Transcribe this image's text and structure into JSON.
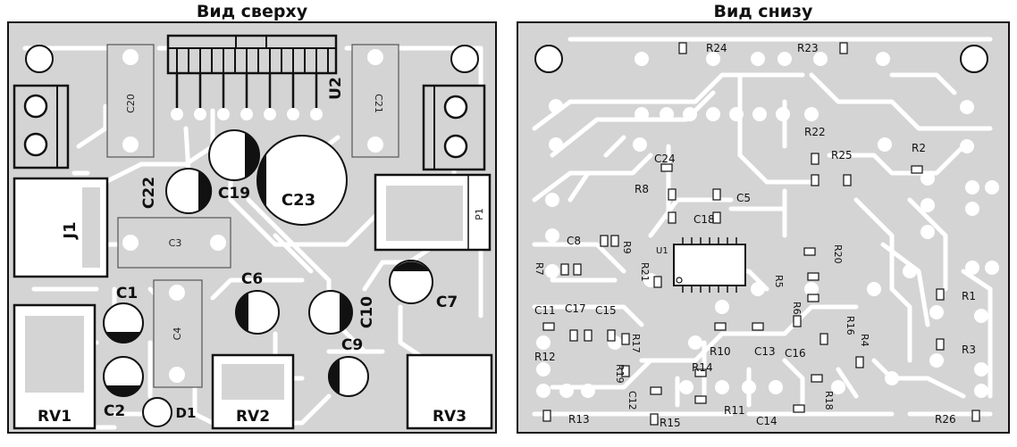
{
  "titles": {
    "top": "Вид сверху",
    "bottom": "Вид снизу"
  },
  "colors": {
    "board": "#d4d4d4",
    "trace": "#ffffff",
    "outline": "#111111",
    "pad": "#ffffff",
    "background": "#ffffff"
  },
  "top_view": {
    "labels": {
      "J1": "J1",
      "C20": "C20",
      "U2": "U2",
      "C21": "C21",
      "C22": "C22",
      "C19": "C19",
      "C23": "C23",
      "C3": "C3",
      "P1": "P1",
      "C1": "C1",
      "C4": "C4",
      "C6": "C6",
      "C10": "C10",
      "C7": "C7",
      "C9": "C9",
      "C2": "C2",
      "D1": "D1",
      "RV1": "RV1",
      "RV2": "RV2",
      "RV3": "RV3"
    }
  },
  "bottom_view": {
    "labels": {
      "R24": "R24",
      "R23": "R23",
      "R22": "R22",
      "R2": "R2",
      "C24": "C24",
      "R25": "R25",
      "R8": "R8",
      "C5": "C5",
      "C18": "C18",
      "C8": "C8",
      "R9": "R9",
      "U1": "U1",
      "R20": "R20",
      "R7": "R7",
      "R21": "R21",
      "R5": "R5",
      "R1": "R1",
      "C11": "C11",
      "C17": "C17",
      "C15": "C15",
      "R6": "R6",
      "R16": "R16",
      "R17": "R17",
      "R10": "R10",
      "C13": "C13",
      "C16": "C16",
      "R4": "R4",
      "R3": "R3",
      "R12": "R12",
      "R14": "R14",
      "R19": "R19",
      "C12": "C12",
      "R18": "R18",
      "R11": "R11",
      "R13": "R13",
      "R15": "R15",
      "C14": "C14",
      "R26": "R26"
    }
  }
}
